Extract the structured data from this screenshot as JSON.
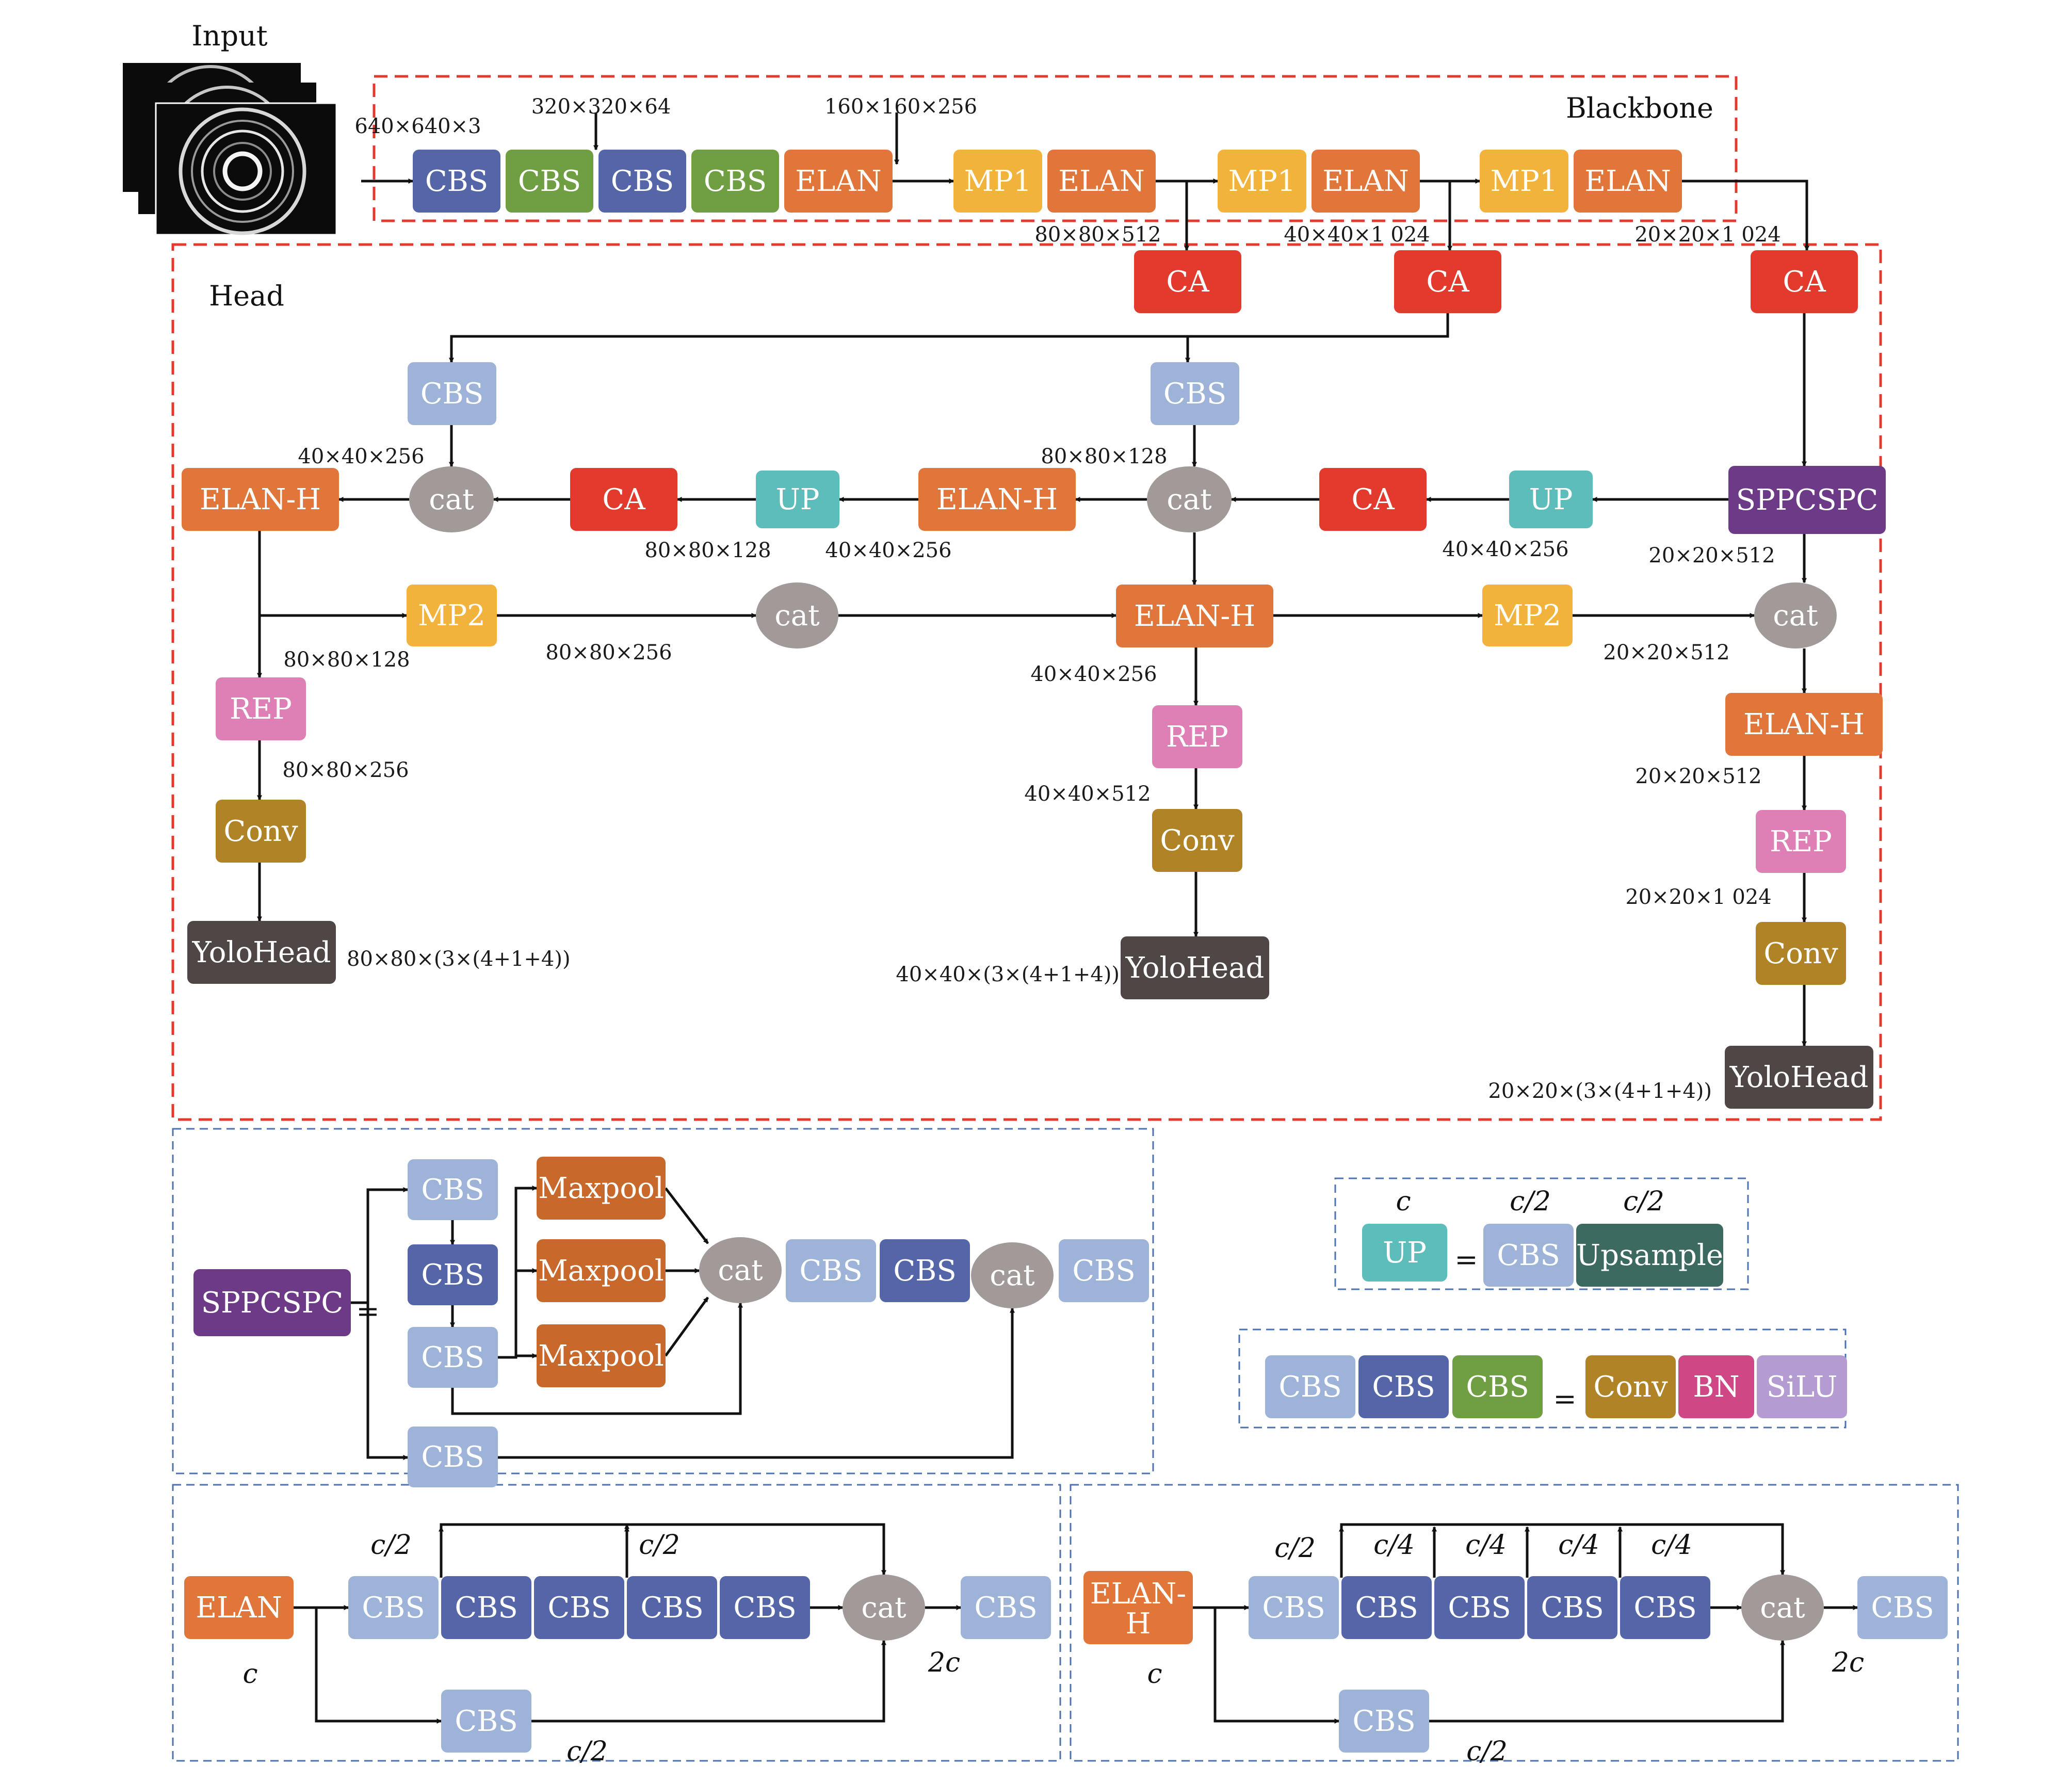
{
  "colors": {
    "cbs_light": "#9db3d7",
    "cbs_dark": "#5566a8",
    "cbs_green": "#6f9e43",
    "elan": "#e1763a",
    "mp": "#f2b33d",
    "ca": "#e33a2e",
    "up": "#5dbdbb",
    "sppcspc": "#6c3a86",
    "cat": "#a19a99",
    "rep": "#de7fb5",
    "conv": "#b08327",
    "yolohead": "#4f4646",
    "maxpool": "#c8692b",
    "upsample": "#3c6a60",
    "bn": "#cf4785",
    "silu": "#b49bd1",
    "red_border": "#e33a2e",
    "blue_border": "#4d72b1"
  },
  "titles": {
    "input": "Input",
    "backbone": "Blackbone",
    "head": "Head"
  },
  "backbone_labels": {
    "in_shape": "640×640×3",
    "s320": "320×320×64",
    "s160": "160×160×256",
    "s80": "80×80×512",
    "s40": "40×40×1 024",
    "s20": "20×20×1 024"
  },
  "head_labels": {
    "l_40_256_a": "40×40×256",
    "l_80_128_a": "80×80×128",
    "l_80_128_b": "80×80×128",
    "l_40_256_b": "40×40×256",
    "l_40_256_c": "40×40×256",
    "l_20_512_a": "20×20×512",
    "l_80_128_c": "80×80×128",
    "l_80_256_a": "80×80×256",
    "l_80_256_b": "80×80×256",
    "l_40_256_d": "40×40×256",
    "l_20_512_b": "20×20×512",
    "l_40_512": "40×40×512",
    "l_20_512_c": "20×20×512",
    "l_20_1024": "20×20×1 024",
    "out_80": "80×80×(3×(4+1+4))",
    "out_40": "40×40×(3×(4+1+4))",
    "out_20": "20×20×(3×(4+1+4))"
  },
  "box_text": {
    "cbs": "CBS",
    "elan": "ELAN",
    "mp1": "MP1",
    "mp2": "MP2",
    "ca": "CA",
    "up": "UP",
    "elanh": "ELAN-H",
    "sppcspc": "SPPCSPC",
    "cat": "cat",
    "rep": "REP",
    "conv": "Conv",
    "yolohead": "YoloHead",
    "maxpool": "Maxpool",
    "upsample": "Upsample",
    "bn": "BN",
    "silu": "SiLU",
    "equals": "=",
    "elanh_l1": "ELAN-",
    "elanh_l2": "H"
  },
  "legend_labels": {
    "c": "c",
    "c2": "c/2",
    "c4": "c/4",
    "two_c": "2c"
  }
}
